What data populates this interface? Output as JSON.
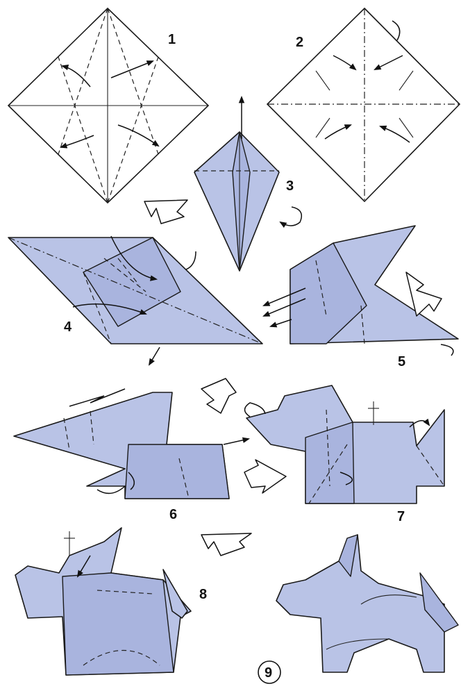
{
  "steps": [
    {
      "label": "1"
    },
    {
      "label": "2"
    },
    {
      "label": "3"
    },
    {
      "label": "4"
    },
    {
      "label": "5"
    },
    {
      "label": "6"
    },
    {
      "label": "7"
    },
    {
      "label": "8"
    },
    {
      "label": "9"
    }
  ],
  "colors": {
    "paper": "#b9c3e6",
    "outline": "#1a1a1a",
    "background": "#ffffff"
  }
}
